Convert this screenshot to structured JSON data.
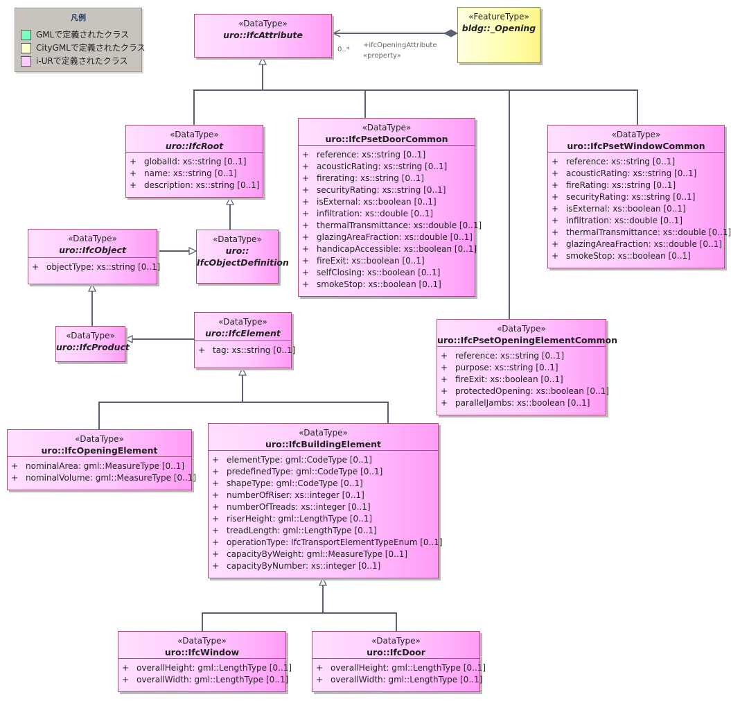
{
  "legend": {
    "title": "凡例",
    "items": [
      {
        "label": "GMLで定義されたクラス",
        "color": "#7fffbf"
      },
      {
        "label": "CityGMLで定義されたクラス",
        "color": "#ffffcc"
      },
      {
        "label": "i-URで定義されたクラス",
        "color": "#ffccff"
      }
    ]
  },
  "classes": {
    "ifc_attribute": {
      "stereotype": "«DataType»",
      "name": "uro::IfcAttribute"
    },
    "opening": {
      "stereotype": "«FeatureType»",
      "name": "bldg::_Opening"
    },
    "ifc_root": {
      "stereotype": "«DataType»",
      "name": "uro::IfcRoot",
      "attributes": [
        "globalId: xs::string [0..1]",
        "name: xs::string [0..1]",
        "description: xs::string [0..1]"
      ]
    },
    "door_common": {
      "stereotype": "«DataType»",
      "name": "uro::IfcPsetDoorCommon",
      "attributes": [
        "reference: xs::string [0..1]",
        "acousticRating: xs::string [0..1]",
        "firerating: xs::string [0..1]",
        "securityRating: xs::string [0..1]",
        "isExternal: xs::boolean [0..1]",
        "infiltration: xs::double [0..1]",
        "thermalTransmittance: xs::double [0..1]",
        "glazingAreaFraction: xs::double [0..1]",
        "handicapAccessible: xs::boolean [0..1]",
        "fireExit: xs::boolean [0..1]",
        "selfClosing: xs::boolean [0..1]",
        "smokeStop: xs::boolean [0..1]"
      ]
    },
    "window_common": {
      "stereotype": "«DataType»",
      "name": "uro::IfcPsetWindowCommon",
      "attributes": [
        "reference: xs::string [0..1]",
        "acousticRating: xs::string [0..1]",
        "fireRating: xs::string [0..1]",
        "securityRating: xs::string [0..1]",
        "isExternal: xs::boolean [0..1]",
        "infiltration: xs::double [0..1]",
        "thermalTransmittance: xs::double [0..1]",
        "glazingAreaFraction: xs::double [0..1]",
        "smokeStop: xs::boolean [0..1]"
      ]
    },
    "ifc_object": {
      "stereotype": "«DataType»",
      "name": "uro::IfcObject",
      "attributes": [
        "objectType: xs::string [0..1]"
      ]
    },
    "ifc_object_definition": {
      "stereotype": "«DataType»",
      "name_line1": "uro::",
      "name_line2": "IfcObjectDefinition"
    },
    "ifc_product": {
      "stereotype": "«DataType»",
      "name": "uro::IfcProduct"
    },
    "ifc_element": {
      "stereotype": "«DataType»",
      "name": "uro::IfcElement",
      "attributes": [
        "tag: xs::string [0..1]"
      ]
    },
    "opening_element_common": {
      "stereotype": "«DataType»",
      "name": "uro::IfcPsetOpeningElementCommon",
      "attributes": [
        "reference: xs::string [0..1]",
        "purpose: xs::string [0..1]",
        "fireExit: xs::boolean [0..1]",
        "protectedOpening: xs::boolean [0..1]",
        "parallelJambs: xs::boolean [0..1]"
      ]
    },
    "opening_element": {
      "stereotype": "«DataType»",
      "name": "uro::IfcOpeningElement",
      "attributes": [
        "nominalArea: gml::MeasureType [0..1]",
        "nominalVolume: gml::MeasureType [0..1]"
      ]
    },
    "building_element": {
      "stereotype": "«DataType»",
      "name": "uro::IfcBuildingElement",
      "attributes": [
        "elementType: gml::CodeType [0..1]",
        "predefinedType: gml::CodeType [0..1]",
        "shapeType: gml::CodeType [0..1]",
        "numberOfRiser: xs::integer [0..1]",
        "numberOfTreads: xs::integer [0..1]",
        "riserHeight: gml::LengthType [0..1]",
        "treadLength: gml::LengthType [0..1]",
        "operationType: IfcTransportElementTypeEnum [0..1]",
        "capacityByWeight: gml::MeasureType [0..1]",
        "capacityByNumber: xs::integer [0..1]"
      ]
    },
    "ifc_window": {
      "stereotype": "«DataType»",
      "name": "uro::IfcWindow",
      "attributes": [
        "overallHeight: gml::LengthType [0..1]",
        "overallWidth: gml::LengthType [0..1]"
      ]
    },
    "ifc_door": {
      "stereotype": "«DataType»",
      "name": "uro::IfcDoor",
      "attributes": [
        "overallHeight: gml::LengthType [0..1]",
        "overallWidth: gml::LengthType [0..1]"
      ]
    }
  },
  "association": {
    "multiplicity": "0..*",
    "role": "+ifcOpeningAttribute",
    "stereotype": "«property»"
  }
}
